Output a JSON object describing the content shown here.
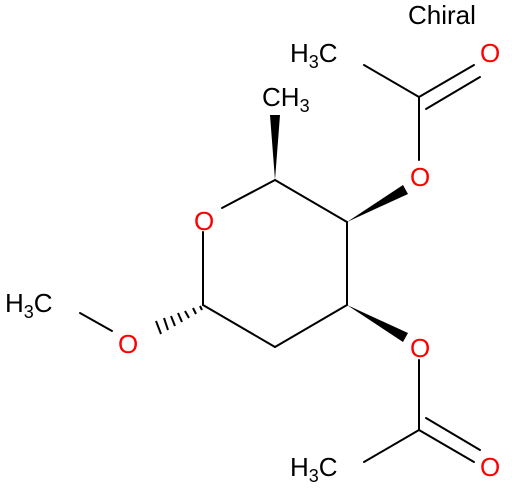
{
  "tag": "Chiral",
  "atoms": {
    "O_ring": "O",
    "O_methoxy": "O",
    "O_ester_top": "O",
    "O_ester_bottom": "O",
    "O_carbonyl_top": "O",
    "O_carbonyl_bottom": "O",
    "H3C_acetyl_top": {
      "main": "H",
      "sub": "3",
      "tail": "C"
    },
    "H3C_acetyl_bottom": {
      "main": "H",
      "sub": "3",
      "tail": "C"
    },
    "H3C_methoxy": {
      "main": "H",
      "sub": "3",
      "tail": "C"
    },
    "CH3_ring": {
      "main": "CH",
      "sub": "3"
    }
  },
  "colors": {
    "bond": "#000000",
    "heteroatom": "#ff0000",
    "carbon_label": "#000000"
  }
}
